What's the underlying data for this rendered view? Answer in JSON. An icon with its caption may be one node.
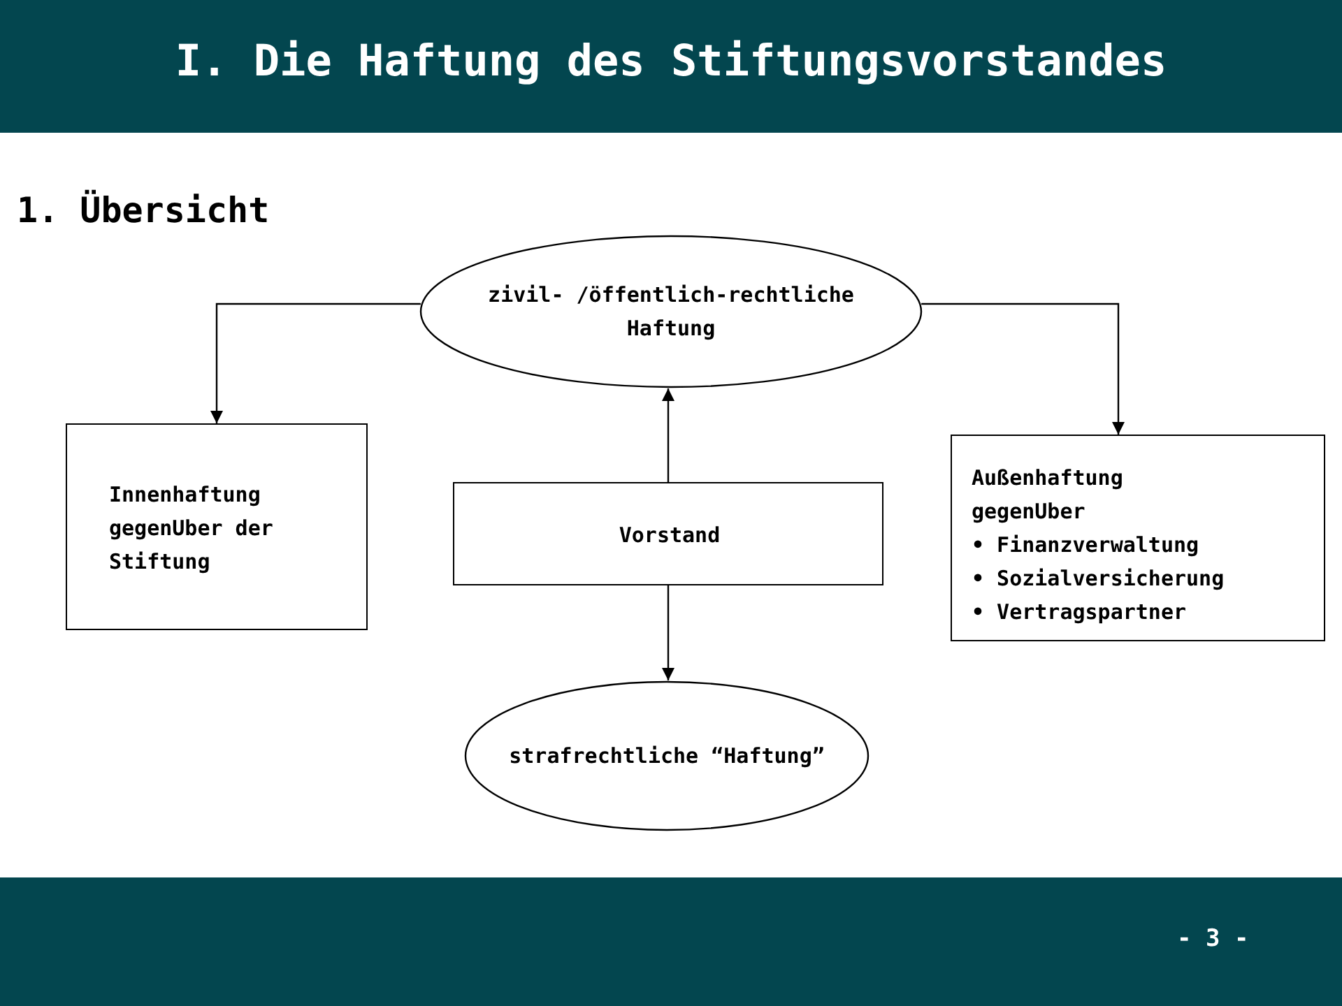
{
  "diagram": {
    "title": "I. Die Haftung des Stiftungsvorstandes",
    "nodes": [
      {
        "text": [
          "zivil- /öffentlich-rechtliche Haftung"
        ]
      },
      {
        "text": [
          "Innenhaftung gegenUber der Stiftung"
        ]
      },
      {
        "text": [
          "Vorstand"
        ]
      },
      {
        "text": [
          "Außenhaftung gegenUber",
          "• Finanzverwaltung",
          "• Sozialversicherung",
          "• Vertragspartner"
        ]
      },
      {
        "text": [
          "strafrechtliche “Haftung”"
        ]
      }
    ],
    "edges": [
      {
        "from": 2,
        "to": 0,
        "arrow": "to"
      },
      {
        "from": 0,
        "to": 1,
        "arrow": "to"
      },
      {
        "from": 0,
        "to": 3,
        "arrow": "to"
      },
      {
        "from": 2,
        "to": 4,
        "arrow": "to"
      }
    ],
    "labels": [
      "1. Übersicht",
      "- 3 -"
    ]
  }
}
